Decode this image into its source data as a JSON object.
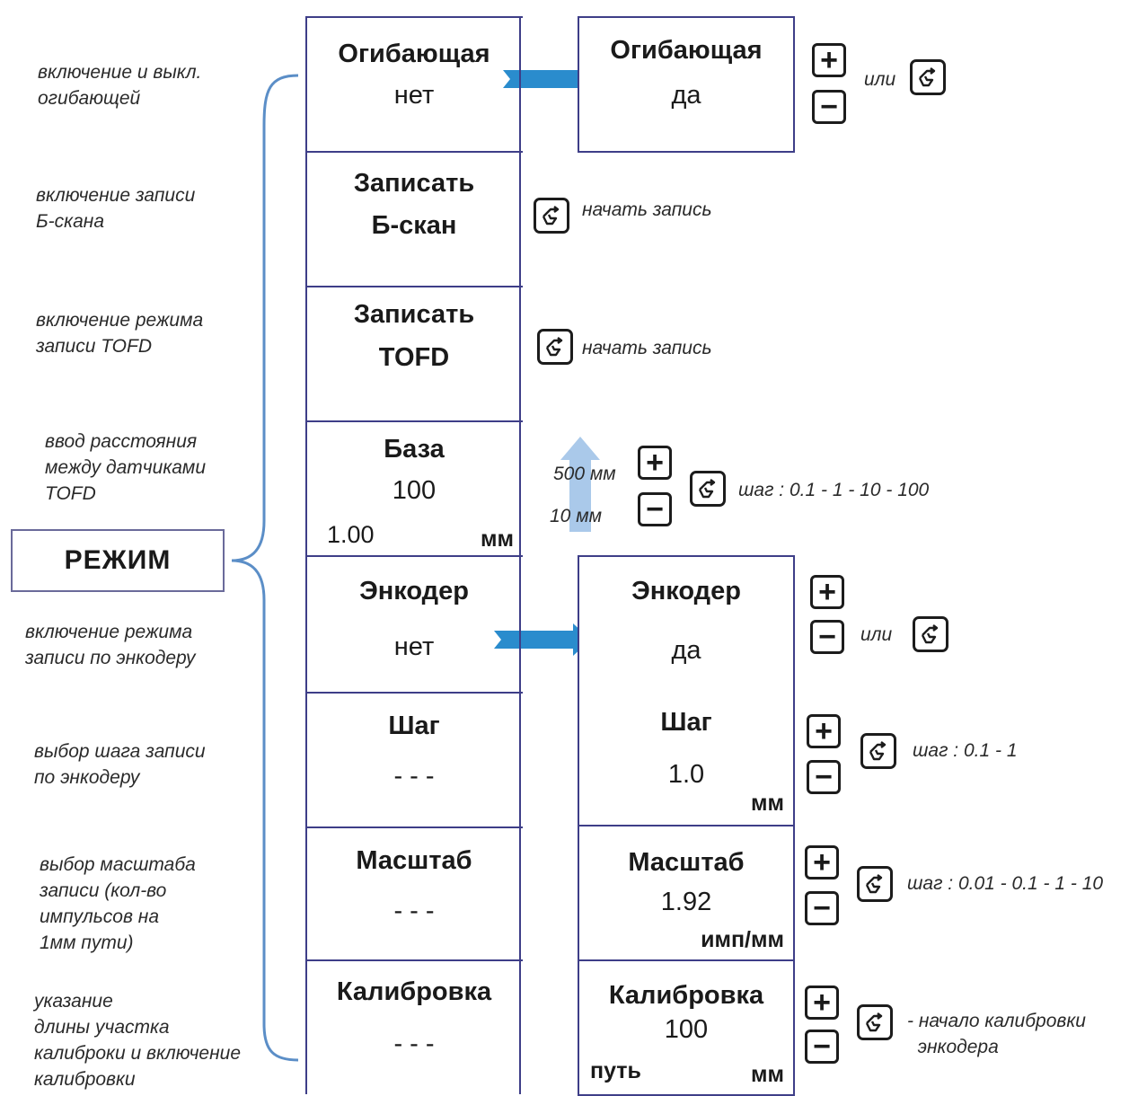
{
  "notes": [
    "включение и выкл.\nогибающей",
    "включение записи\nБ-скана",
    "включение режима\nзаписи TOFD",
    "ввод расстояния\nмежду датчиками\nTOFD",
    "включение режима\nзаписи по энкодеру",
    "выбор шага записи\nпо энкодеру",
    "выбор масштаба\nзаписи (кол-во\nимпульсов на\n1мм пути)",
    "указание\nдлины участка\nкалиброки и включение\nкалибровки"
  ],
  "mode_label": "РЕЖИМ",
  "menu": {
    "envelope": {
      "title": "Огибающая",
      "value": "нет"
    },
    "bscan": {
      "title1": "Записать",
      "title2": "Б-скан"
    },
    "tofd": {
      "title1": "Записать",
      "title2": "TOFD"
    },
    "base": {
      "title": "База",
      "value": "100",
      "step": "1.00",
      "unit": "мм"
    },
    "encoder": {
      "title": "Энкодер",
      "value": "нет"
    },
    "step": {
      "title": "Шаг",
      "value": "- - -"
    },
    "scale": {
      "title": "Масштаб",
      "value": "- - -"
    },
    "calib": {
      "title": "Калибровка",
      "value": "- - -"
    }
  },
  "result": {
    "envelope": {
      "title": "Огибающая",
      "value": "да"
    },
    "encoder": {
      "title": "Энкодер",
      "value": "да"
    },
    "step": {
      "title": "Шаг",
      "value": "1.0",
      "unit": "мм"
    },
    "scale": {
      "title": "Масштаб",
      "value": "1.92",
      "unit": "имп/мм"
    },
    "calib": {
      "title": "Калибровка",
      "value": "100",
      "left": "путь",
      "unit": "мм"
    }
  },
  "hints": {
    "or1": "или",
    "start1": "начать запись",
    "start2": "начать запись",
    "max": "500 мм",
    "min": "10 мм",
    "base_step": "шаг : 0.1 - 1 - 10 - 100",
    "or2": "или",
    "step_step": "шаг : 0.1 - 1",
    "scale_step": "шаг : 0.01 - 0.1 - 1 - 10",
    "calib_hint": "- начало калибровки\n  энкодера"
  },
  "symbols": {
    "plus": "+",
    "minus": "−"
  },
  "colors": {
    "arrow": "#2a8ccd",
    "border": "#3e3e88",
    "brace": "#5b8ec7"
  }
}
